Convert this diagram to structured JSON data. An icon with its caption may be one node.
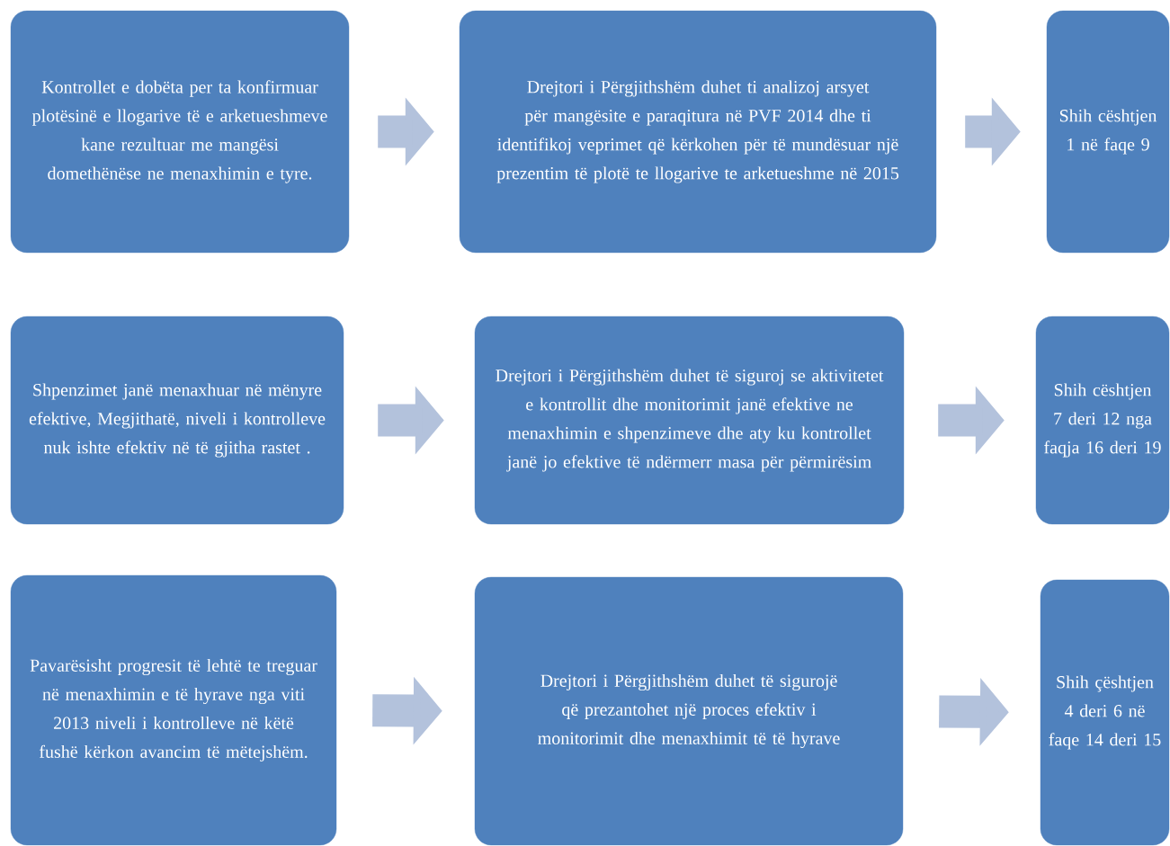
{
  "diagram": {
    "nodes": [
      {
        "text": [
          "Kontrollet e dobëta per ta konfirmuar plotësinë e llogarive të e arketueshmeve kane rezultuar me mangësi domethënëse ne menaxhimin e tyre."
        ]
      },
      {
        "text": [
          "Drejtori i Përgjithshëm duhet ti analizoj arsyet për mangësite e paraqitura në PVF 2014 dhe ti identifikoj veprimet që kërkohen për të mundësuar një prezentim të plotë te llogarive te arketueshme në 2015"
        ]
      },
      {
        "text": [
          "Shih cështjen 1 në faqe 9"
        ]
      },
      {
        "text": [
          "Shpenzimet janë menaxhuar në mënyre efektive, Megjithatë, niveli i kontrolleve nuk ishte efektiv në të gjitha rastet ."
        ]
      },
      {
        "text": [
          "Drejtori i Përgjithshëm duhet të siguroj se aktivitetet e kontrollit dhe monitorimit janë efektive ne menaxhimin e shpenzimeve dhe aty ku kontrollet janë jo efektive të ndërmerr masa për përmirësim"
        ]
      },
      {
        "text": [
          "Shih cështjen 7 deri 12 nga faqja 16 deri 19"
        ]
      },
      {
        "text": [
          "Pavarësisht progresit të lehtë te treguar në menaxhimin e të hyrave nga viti 2013 niveli i kontrolleve në këtë fushë kërkon avancim të mëtejshëm."
        ]
      },
      {
        "text": [
          "Drejtori i Përgjithshëm duhet të sigurojë që prezantohet një proces efektiv i monitorimit dhe menaxhimit të të hyrave"
        ]
      },
      {
        "text": [
          "Shih çështjen 4 deri 6 në faqe 14 deri 15"
        ]
      }
    ],
    "edges": [
      {
        "from": 0,
        "to": 1,
        "arrow": "to"
      },
      {
        "from": 1,
        "to": 2,
        "arrow": "to"
      },
      {
        "from": 3,
        "to": 4,
        "arrow": "to"
      },
      {
        "from": 4,
        "to": 5,
        "arrow": "to"
      },
      {
        "from": 6,
        "to": 7,
        "arrow": "to"
      },
      {
        "from": 7,
        "to": 8,
        "arrow": "to"
      }
    ]
  }
}
